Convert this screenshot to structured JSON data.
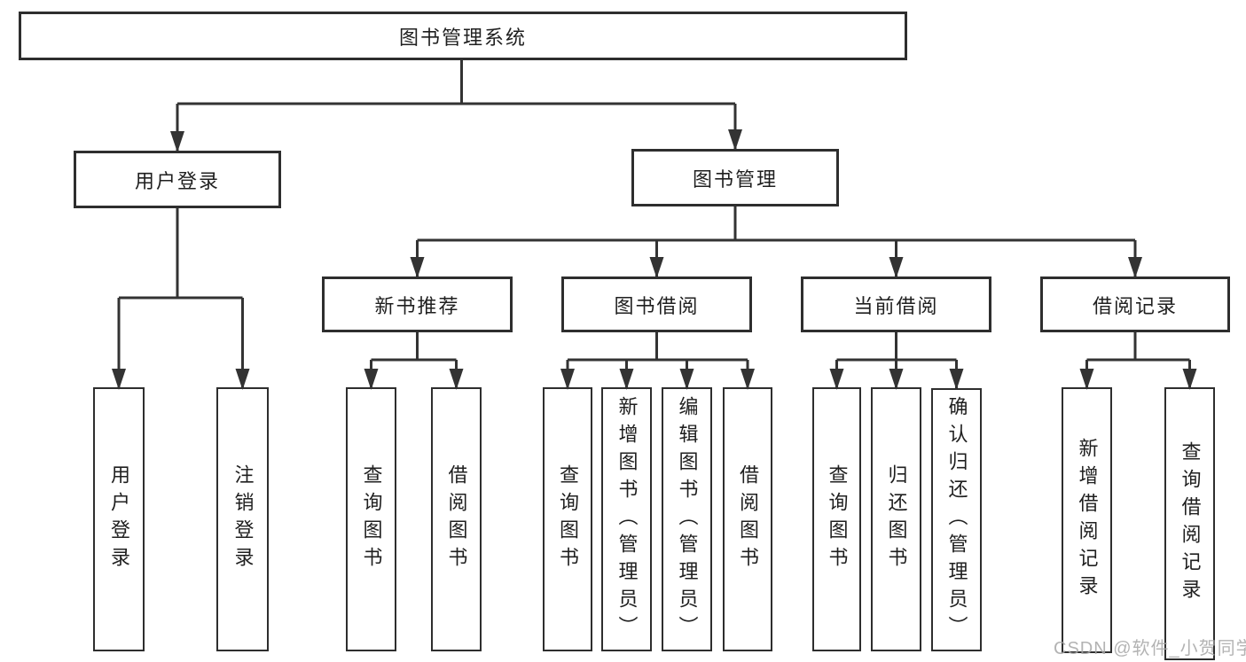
{
  "diagram": {
    "root": {
      "label": "图书管理系统"
    },
    "branches": [
      {
        "label": "用户登录"
      },
      {
        "label": "图书管理"
      }
    ],
    "modules": [
      {
        "label": "新书推荐",
        "parent": "图书管理"
      },
      {
        "label": "图书借阅",
        "parent": "图书管理"
      },
      {
        "label": "当前借阅",
        "parent": "图书管理"
      },
      {
        "label": "借阅记录",
        "parent": "图书管理"
      }
    ],
    "functions": [
      {
        "label": "用户登录",
        "parent": "用户登录"
      },
      {
        "label": "注销登录",
        "parent": "用户登录"
      },
      {
        "label": "查询图书",
        "parent": "新书推荐"
      },
      {
        "label": "借阅图书",
        "parent": "新书推荐"
      },
      {
        "label": "查询图书",
        "parent": "图书借阅"
      },
      {
        "label": "新增图书（管理员）",
        "parent": "图书借阅"
      },
      {
        "label": "编辑图书（管理员）",
        "parent": "图书借阅"
      },
      {
        "label": "借阅图书",
        "parent": "图书借阅"
      },
      {
        "label": "查询图书",
        "parent": "当前借阅"
      },
      {
        "label": "归还图书",
        "parent": "当前借阅"
      },
      {
        "label": "确认归还（管理员）",
        "parent": "当前借阅"
      },
      {
        "label": "新增借阅记录",
        "parent": "借阅记录"
      },
      {
        "label": "查询借阅记录",
        "parent": "借阅记录"
      }
    ]
  },
  "watermark": {
    "text": "CSDN @软件_小贺同学"
  },
  "colors": {
    "line": "#333333",
    "box_border": "#2e2e2e",
    "box_fill": "#ffffff",
    "text": "#1f1f1f",
    "watermark": "#a6a6a6",
    "background": "#ffffff"
  }
}
